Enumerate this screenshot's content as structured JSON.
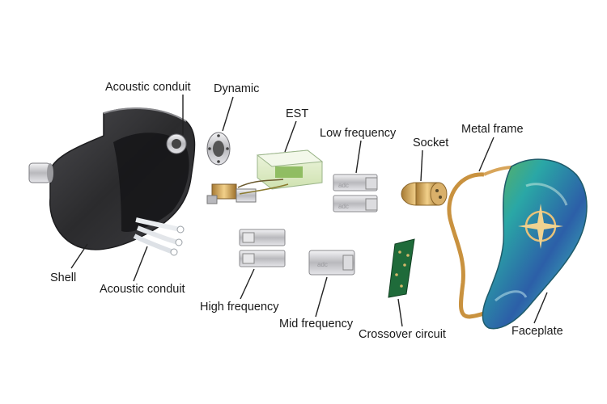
{
  "labels": {
    "acoustic_conduit_top": "Acoustic conduit",
    "dynamic": "Dynamic",
    "est": "EST",
    "low_frequency": "Low frequency",
    "socket": "Socket",
    "metal_frame": "Metal frame",
    "shell": "Shell",
    "acoustic_conduit_bottom": "Acoustic conduit",
    "high_frequency": "High frequency",
    "mid_frequency": "Mid frequency",
    "crossover_circuit": "Crossover circuit",
    "faceplate": "Faceplate"
  },
  "driver_brand": "adc",
  "colors": {
    "shell": "#2b2b2d",
    "metal": "#c9c9cc",
    "copper": "#c9923f",
    "pcb": "#1f6b3a",
    "faceplate_teal": "#2aa7a6",
    "faceplate_blue": "#2c5fa8",
    "faceplate_green": "#6cb34a"
  }
}
